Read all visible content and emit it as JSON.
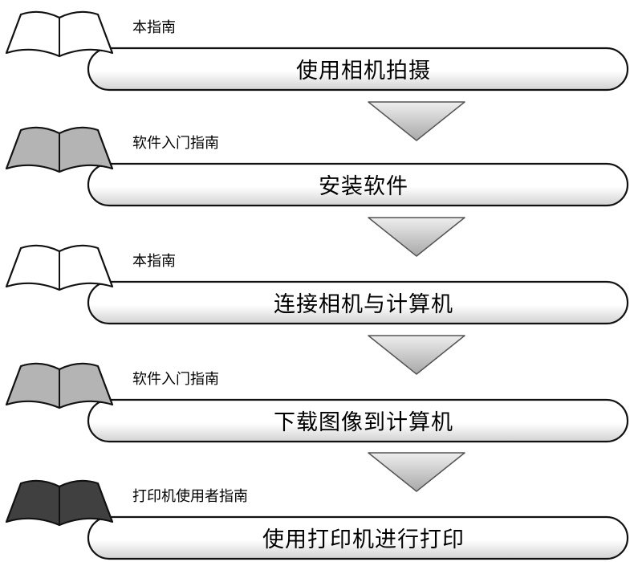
{
  "colors": {
    "book_white": "#ffffff",
    "book_gray": "#b4b4b4",
    "book_dark": "#404040",
    "arrow_light": "#eeeeee",
    "arrow_dark": "#a8a8a8",
    "pill_shade": "#d2d2d2",
    "outline": "#111111"
  },
  "icons": {
    "book": "open-book-icon",
    "arrow": "down-triangle-arrow-icon"
  },
  "steps": [
    {
      "guide": "本指南",
      "title": "使用相机拍摄",
      "book_color": "white"
    },
    {
      "guide": "软件入门指南",
      "title": "安装软件",
      "book_color": "gray"
    },
    {
      "guide": "本指南",
      "title": "连接相机与计算机",
      "book_color": "white"
    },
    {
      "guide": "软件入门指南",
      "title": "下载图像到计算机",
      "book_color": "gray"
    },
    {
      "guide": "打印机使用者指南",
      "title": "使用打印机进行打印",
      "book_color": "dark"
    }
  ]
}
